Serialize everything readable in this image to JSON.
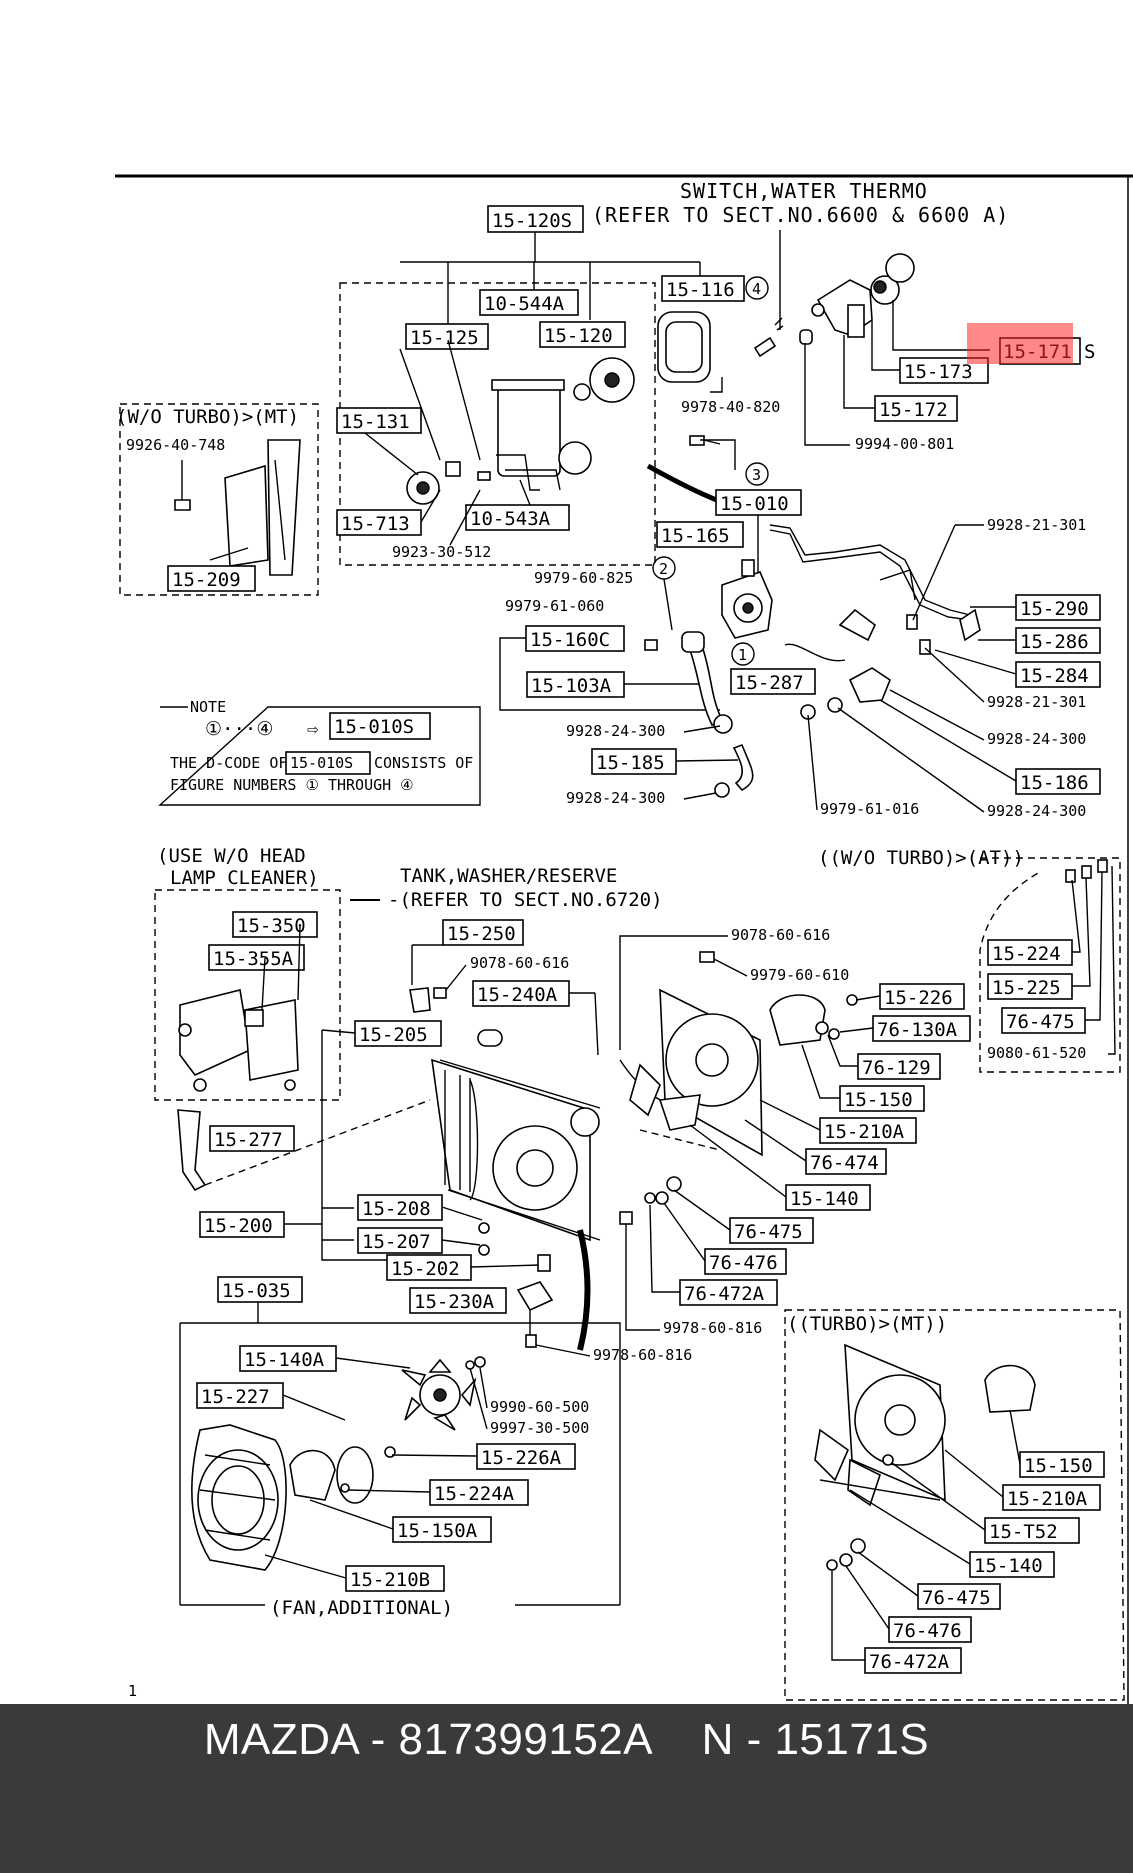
{
  "diagram": {
    "header_switch": "SWITCH,WATER THERMO",
    "header_refer": "(REFER TO SECT.NO.6600 & 6600 A)",
    "tank_title": "TANK,WASHER/RESERVE",
    "tank_refer": "-(REFER TO SECT.NO.6720)",
    "use_wo_1": "(USE W/O HEAD",
    "use_wo_2": "LAMP CLEANER)",
    "wo_turbo_mt": "(W/O TURBO)>(MT)",
    "wo_turbo_at": "((W/O TURBO)>(AT))",
    "turbo_mt": "((TURBO)>(MT))",
    "fan_additional": "(FAN,ADDITIONAL)",
    "note_title": "NOTE",
    "note_line1a": "①···④",
    "note_line1b": "⇨",
    "note_box": "15-010S",
    "note_line2a": "THE D-CODE OF",
    "note_line2b": "CONSISTS OF",
    "note_line3": "FIGURE NUMBERS ① THROUGH ④",
    "labels": {
      "l15_120S": "15-120S",
      "l15_116": "15-116",
      "l10_544A": "10-544A",
      "l15_125": "15-125",
      "l15_120": "15-120",
      "l15_131": "15-131",
      "l15_713": "15-713",
      "l10_543A": "10-543A",
      "l15_173": "15-173",
      "l15_171": "15-171",
      "l15_171_s": "S",
      "l15_172": "15-172",
      "l15_010": "15-010",
      "l15_165": "15-165",
      "l15_209": "15-209",
      "l15_160C": "15-160C",
      "l15_103A": "15-103A",
      "l15_287": "15-287",
      "l15_185": "15-185",
      "l15_290": "15-290",
      "l15_286": "15-286",
      "l15_284": "15-284",
      "l15_186": "15-186",
      "l15_350": "15-350",
      "l15_355A": "15-355A",
      "l15_250": "15-250",
      "l15_240A": "15-240A",
      "l15_226": "15-226",
      "l76_130A": "76-130A",
      "l76_129": "76-129",
      "l15_150": "15-150",
      "l15_210A": "15-210A",
      "l76_474": "76-474",
      "l15_140": "15-140",
      "l15_205": "15-205",
      "l15_277": "15-277",
      "l15_208": "15-208",
      "l15_200": "15-200",
      "l15_207": "15-207",
      "l15_202": "15-202",
      "l15_230A": "15-230A",
      "l76_475": "76-475",
      "l76_476": "76-476",
      "l76_472A": "76-472A",
      "l15_224": "15-224",
      "l15_225": "15-225",
      "l76_475b": "76-475",
      "l15_035": "15-035",
      "l15_140A": "15-140A",
      "l15_227": "15-227",
      "l15_226A": "15-226A",
      "l15_224A": "15-224A",
      "l15_150A": "15-150A",
      "l15_210B": "15-210B",
      "l15_150t": "15-150",
      "l15_210At": "15-210A",
      "l15_T52": "15-T52",
      "l15_140t": "15-140",
      "l76_475t": "76-475",
      "l76_476t": "76-476",
      "l76_472At": "76-472A"
    },
    "codes": {
      "c9926_40_748": "9926-40-748",
      "c9978_40_820": "9978-40-820",
      "c9994_00_801": "9994-00-801",
      "c9923_30_512": "9923-30-512",
      "c9928_21_301a": "9928-21-301",
      "c9979_60_825": "9979-60-825",
      "c9979_61_060": "9979-61-060",
      "c9928_21_301b": "9928-21-301",
      "c9928_24_300a": "9928-24-300",
      "c9928_24_300b": "9928-24-300",
      "c9928_24_300c": "9928-24-300",
      "c9928_24_300d": "9928-24-300",
      "c9979_61_016": "9979-61-016",
      "c9078_60_616a": "9078-60-616",
      "c9078_60_616b": "9078-60-616",
      "c9979_60_610": "9979-60-610",
      "c9080_61_520": "9080-61-520",
      "c9978_60_816a": "9978-60-816",
      "c9978_60_816b": "9978-60-816",
      "c9990_60_500": "9990-60-500",
      "c9997_30_500": "9997-30-500"
    },
    "circles": {
      "n1": "1",
      "n2": "2",
      "n3": "3",
      "n4": "4",
      "n1b": "1",
      "n4b": "4"
    },
    "page_mark": "1"
  },
  "footer": {
    "text": "MAZDA - 817399152A    N - 15171S"
  },
  "colors": {
    "footer_bg": "#3a3a3a",
    "highlight": "#ff2828"
  }
}
